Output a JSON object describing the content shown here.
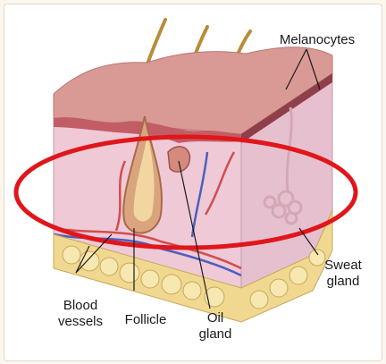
{
  "labels": {
    "melanocytes": "Melanocytes",
    "sweat_gland": "Sweat\ngland",
    "blood_vessels": "Blood\nvessels",
    "follicle": "Follicle",
    "oil_gland": "Oil\ngland"
  },
  "colors": {
    "highlight_ellipse": "#e0161b",
    "skin_surface": "#d99a96",
    "dermis": "#efc9d6",
    "fat_layer": "#f0d890",
    "artery": "#d24d50",
    "vein": "#4b5fc0"
  }
}
